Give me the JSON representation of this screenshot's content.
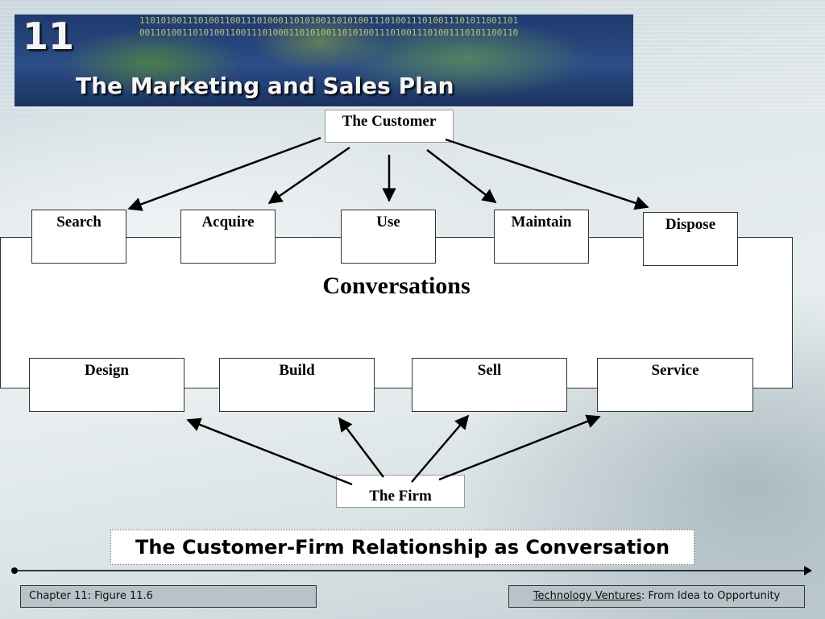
{
  "banner": {
    "chapter_number": "11",
    "title": "The Marketing and Sales Plan",
    "binary_lines": [
      "11010100111010011001110100011010100110101001110100111010011101011001101",
      "00110100110101001100111010001101010011010100111010011101001110101100110"
    ]
  },
  "diagram": {
    "customer_label": "The Customer",
    "firm_label": "The Firm",
    "conversations_label": "Conversations",
    "customer_activities": [
      "Search",
      "Acquire",
      "Use",
      "Maintain",
      "Dispose"
    ],
    "firm_activities": [
      "Design",
      "Build",
      "Sell",
      "Service"
    ]
  },
  "caption": "The Customer-Firm Relationship as Conversation",
  "footer": {
    "left": "Chapter 11: Figure 11.6",
    "right_underlined": "Technology Ventures",
    "right_rest": ": From Idea to Opportunity"
  }
}
